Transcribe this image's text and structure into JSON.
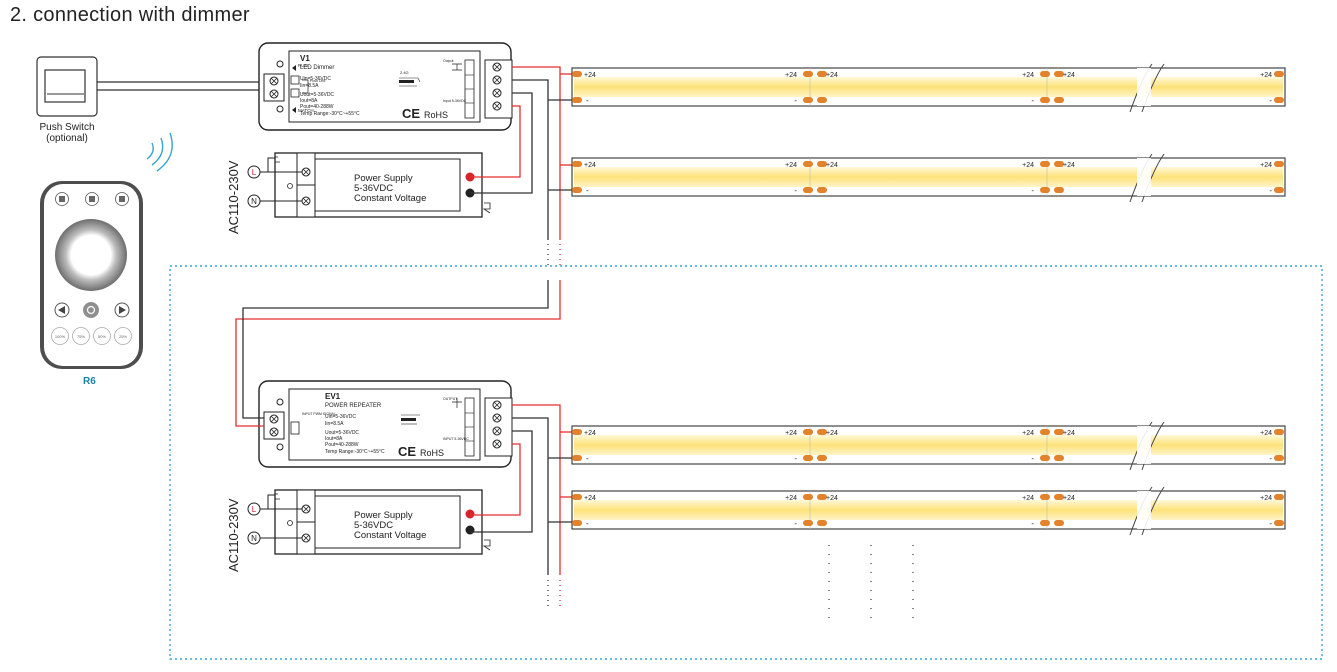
{
  "title": "2. connection with dimmer",
  "push_switch": {
    "label": "Push Switch",
    "sub": "(optional)"
  },
  "remote": {
    "label": "R6",
    "presets": [
      "100%",
      "75%",
      "50%",
      "25%"
    ]
  },
  "dimmer": {
    "model": "V1",
    "name": "LED Dimmer",
    "uin": "Uin=5-36VDC",
    "iin": "Iin=8.5A",
    "uout": "Uout=5-36VDC",
    "iout": "Iout=8A",
    "pout": "Pout=40-288W",
    "temp": "Temp Range:-30°C~+55°C",
    "rohs": "RoHS",
    "run": "RUN",
    "match": "MATCH",
    "push_dim": "Push DIM",
    "output": "Output",
    "input": "Input 5-36VDC",
    "freq": "2.4G"
  },
  "repeater": {
    "model": "EV1",
    "name": "POWER REPEATER",
    "uin": "Uin=5-36VDC",
    "iin": "Iin=8.5A",
    "uout": "Uout=5-36VDC",
    "iout": "Iout=8A",
    "pout": "Pout=40-288W",
    "temp": "Temp Range:-30°C~+55°C",
    "rohs": "RoHS",
    "pwm_in": "INPUT PWM SIGNAL",
    "output": "OUTPUT",
    "input": "INPUT 5-36VDC"
  },
  "psu": {
    "line1": "Power Supply",
    "line2": "5-36VDC",
    "line3": "Constant Voltage",
    "mains": "AC110-230V",
    "l": "L",
    "n": "N"
  },
  "strip": {
    "plus": "+24",
    "minus": "-"
  },
  "colors": {
    "strip_yellow": "#fde89a",
    "pad_orange": "#e2822b",
    "wire_red": "#e32f2f",
    "wire_black": "#333333",
    "dot_blue": "#3aa3d6"
  }
}
